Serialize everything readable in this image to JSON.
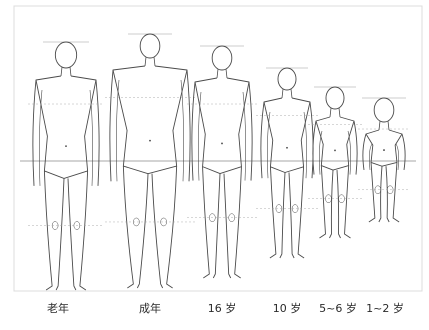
{
  "figures": [
    {
      "label": "老年"
    },
    {
      "label": "成年"
    },
    {
      "label": "16 岁"
    },
    {
      "label": "10 岁"
    },
    {
      "label": "5~6 岁"
    },
    {
      "label": "1~2 岁"
    }
  ],
  "colors": {
    "outline": "#4a4a4a",
    "guide": "#9a9a9a",
    "frame": "#c8c8c8",
    "background": "#ffffff"
  }
}
